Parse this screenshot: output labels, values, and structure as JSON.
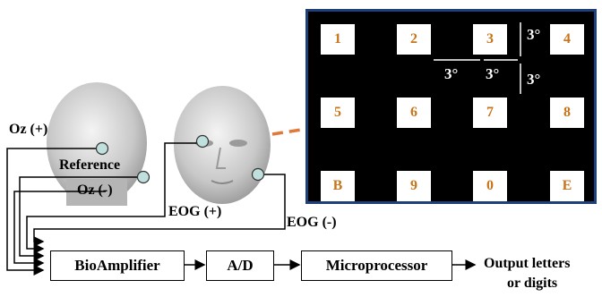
{
  "electrodes": {
    "oz_plus": "Oz (+)",
    "reference": "Reference",
    "oz_minus": "Oz (-)",
    "eog_plus": "EOG (+)",
    "eog_minus": "EOG (-)"
  },
  "blocks": {
    "bioamplifier": "BioAmplifier",
    "ad": "A/D",
    "microprocessor": "Microprocessor",
    "output": [
      "Output letters",
      "or digits"
    ]
  },
  "screen": {
    "tiles": [
      "1",
      "2",
      "3",
      "4",
      "5",
      "6",
      "7",
      "8",
      "B",
      "9",
      "0",
      "E"
    ],
    "spacing": [
      "3°",
      "3°",
      "3°",
      "3°"
    ]
  },
  "colors": {
    "screen_border": "#1f3f7a",
    "tile_text": "#c8741a",
    "pointer": "#e07a3a",
    "electrode": "#bfe0dc"
  }
}
